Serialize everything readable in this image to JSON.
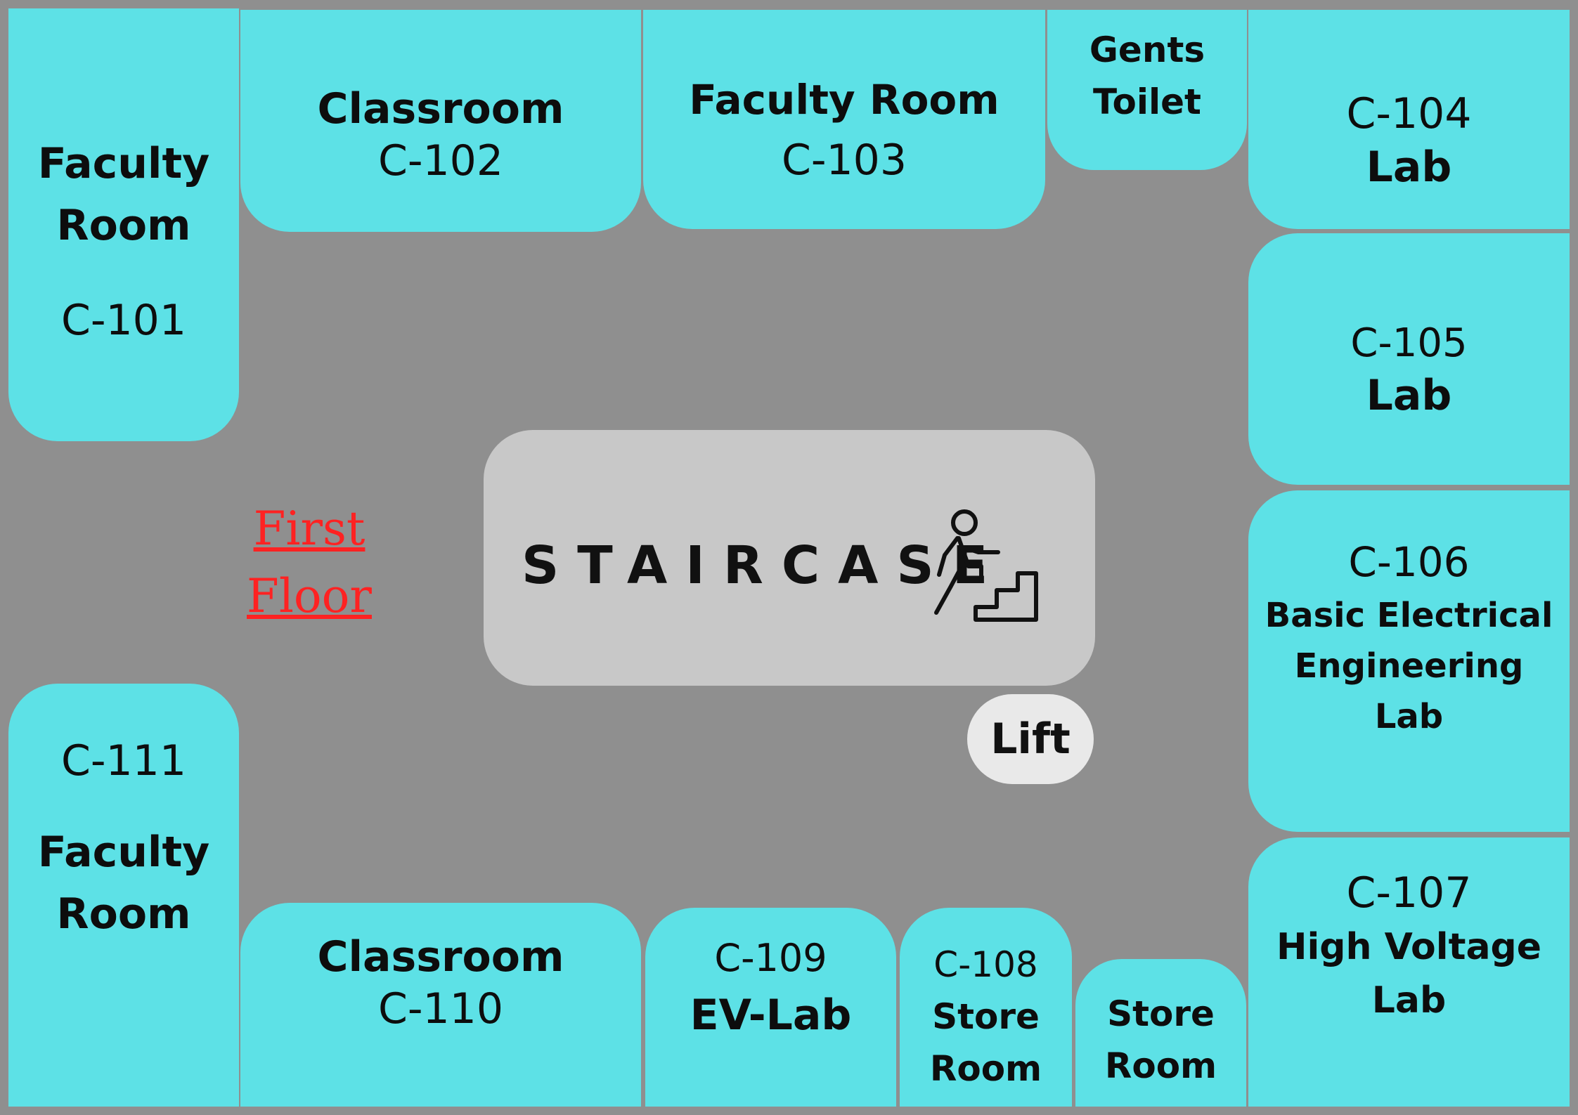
{
  "floor_label": {
    "line1": "First",
    "line2": "Floor"
  },
  "staircase": {
    "label": "STAIRCASE",
    "icon": "person-climbing-stairs-icon"
  },
  "lift": {
    "label": "Lift"
  },
  "rooms": {
    "c101": {
      "name_l1": "Faculty",
      "name_l2": "Room",
      "code": "C-101"
    },
    "c102": {
      "name": "Classroom",
      "code": "C-102"
    },
    "c103": {
      "name": "Faculty Room",
      "code": "C-103"
    },
    "toilet": {
      "name_l1": "Gents",
      "name_l2": "Toilet"
    },
    "c104": {
      "code": "C-104",
      "name": "Lab"
    },
    "c105": {
      "code": "C-105",
      "name": "Lab"
    },
    "c106": {
      "code": "C-106",
      "name_l1": "Basic Electrical",
      "name_l2": "Engineering",
      "name_l3": "Lab"
    },
    "c107": {
      "code": "C-107",
      "name_l1": "High Voltage",
      "name_l2": "Lab"
    },
    "store": {
      "name_l1": "Store",
      "name_l2": "Room"
    },
    "c108": {
      "code": "C-108",
      "name_l1": "Store",
      "name_l2": "Room"
    },
    "c109": {
      "code": "C-109",
      "name": "EV-Lab"
    },
    "c110": {
      "name": "Classroom",
      "code": "C-110"
    },
    "c111": {
      "code": "C-111",
      "name_l1": "Faculty",
      "name_l2": "Room"
    }
  },
  "colors": {
    "background": "#8f8f8f",
    "room": "#5de1e6",
    "staircase": "#c8c8c8",
    "lift": "#e9e9e9",
    "floor_label": "#ff2222"
  }
}
